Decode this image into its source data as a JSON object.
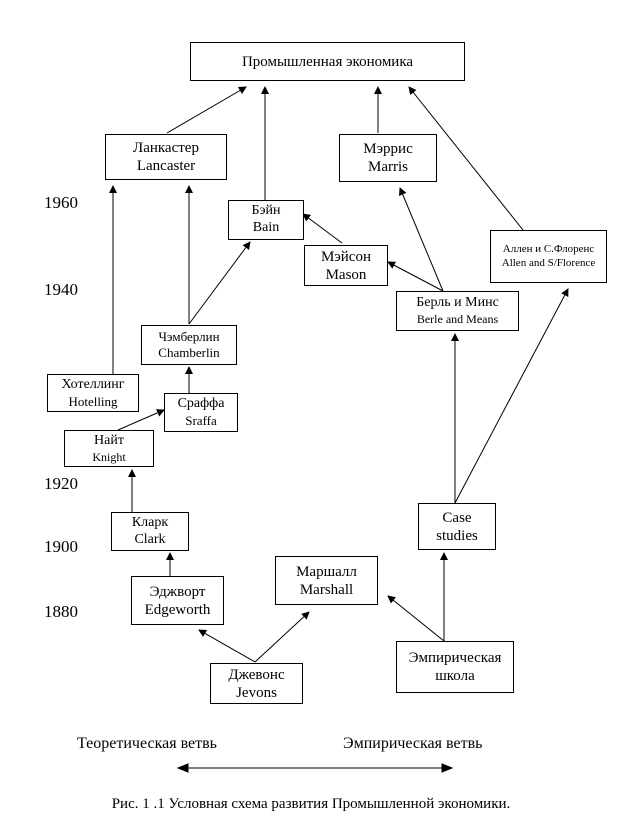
{
  "nodes": {
    "top": "Промышленная экономика",
    "lancaster": [
      "Ланкастер",
      "Lancaster"
    ],
    "marris": [
      "Мэррис",
      "Marris"
    ],
    "bain": [
      "Бэйн",
      "Bain"
    ],
    "mason": [
      "Мэйсон",
      "Mason"
    ],
    "allen": [
      "Аллен и С.Флоренс",
      "Allen and S/Florence"
    ],
    "berle": [
      "Берль и Минс",
      "Berle and Means"
    ],
    "chamberlin": [
      "Чэмберлин",
      "Chamberlin"
    ],
    "hotelling": [
      "Хотеллинг",
      "Hotelling"
    ],
    "sraffa": [
      "Сраффа",
      "Sraffa"
    ],
    "knight": [
      "Найт",
      "Knight"
    ],
    "clark": [
      "Кларк",
      "Clark"
    ],
    "edgeworth": [
      "Эджворт",
      "Edgeworth"
    ],
    "marshall": [
      "Маршалл",
      "Marshall"
    ],
    "case": [
      "Case",
      "studies"
    ],
    "jevons": [
      "Джевонс",
      "Jevons"
    ],
    "empirical": [
      "Эмпирическая",
      "школа"
    ]
  },
  "years": [
    "1960",
    "1940",
    "1920",
    "1900",
    "1880"
  ],
  "branches": {
    "theoretical": "Теоретическая ветвь",
    "empirical": "Эмпирическая ветвь"
  },
  "caption": "Рис. 1 .1 Условная схема развития Промышленной экономики."
}
